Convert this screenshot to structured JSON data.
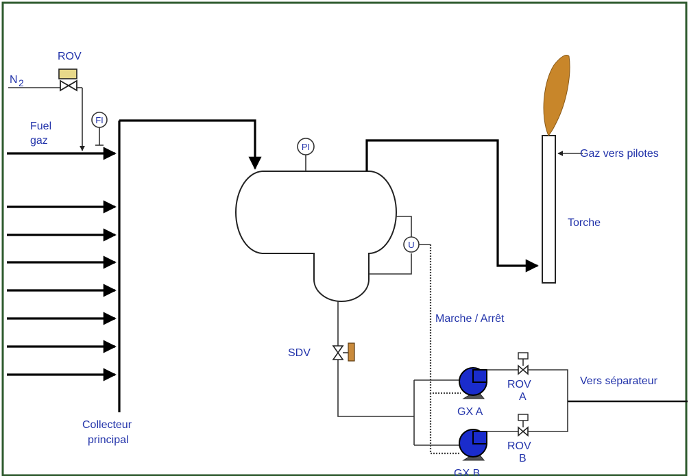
{
  "labels": {
    "rov_top": "ROV",
    "n2_main": "N",
    "n2_sub": "2",
    "fuel_line1": "Fuel",
    "fuel_line2": "gaz",
    "collecteur_line1": "Collecteur",
    "collecteur_line2": "principal",
    "gaz_vers_pilotes": "Gaz vers pilotes",
    "torche": "Torche",
    "marche_arret": "Marche / Arrêt",
    "sdv": "SDV",
    "vers_separateur": "Vers séparateur",
    "rov_a_line1": "ROV",
    "rov_a_line2": "A",
    "rov_b_line1": "ROV",
    "rov_b_line2": "B",
    "gx_a": "GX A",
    "gx_b": "GX B"
  },
  "instruments": {
    "fi": "FI",
    "pi": "PI",
    "lt": "U"
  },
  "colors": {
    "label": "#2233aa",
    "frame": "#2e5a2e",
    "pump": "#1a2ccc",
    "flame": "#c8862a",
    "valve_actuator": "#e8d98a",
    "sdv_actuator": "#c98a3c"
  }
}
